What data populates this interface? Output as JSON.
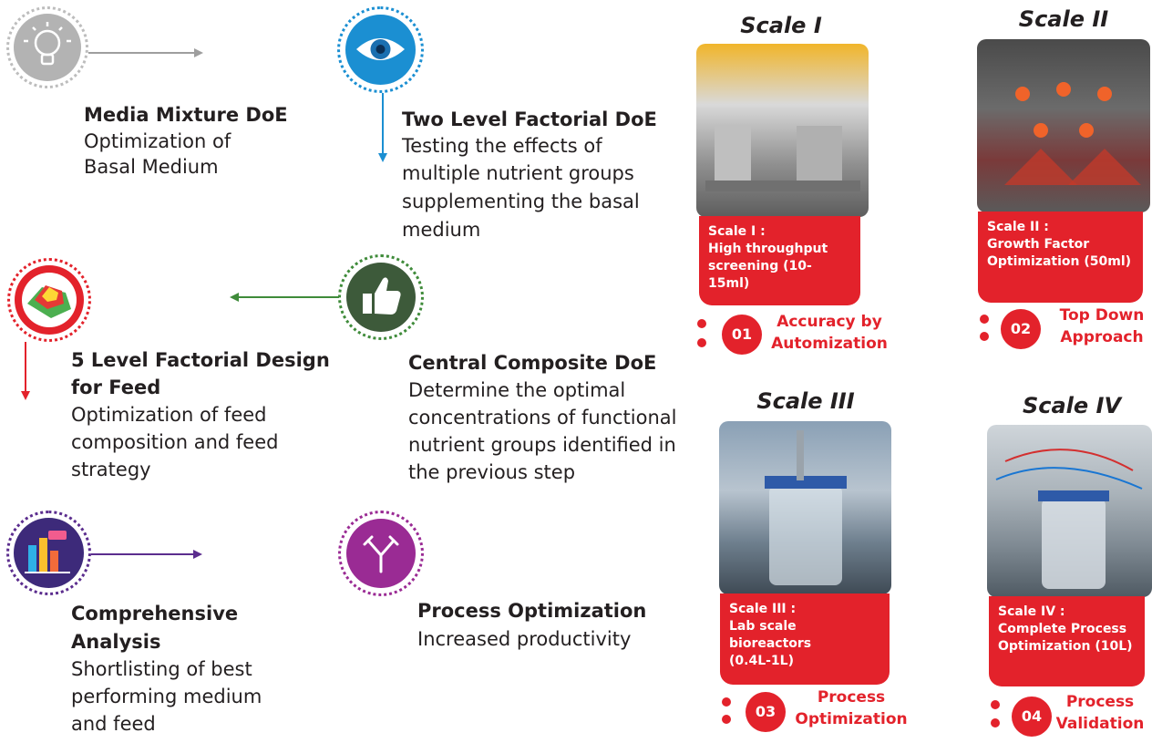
{
  "colors": {
    "accent_red": "#e3222b",
    "blue": "#1b8fd2",
    "green": "#3f8b3a",
    "purple": "#5b2d8e",
    "magenta": "#9a2b94",
    "gray": "#9e9e9e"
  },
  "steps": [
    {
      "icon": "lightbulb-icon",
      "title": "Media Mixture DoE",
      "desc": [
        "Optimization of",
        "Basal Medium"
      ]
    },
    {
      "icon": "eye-icon",
      "title": "Two Level Factorial DoE",
      "desc": [
        "Testing the effects of",
        "multiple nutrient groups",
        "supplementing the basal",
        "medium"
      ]
    },
    {
      "icon": "surface-plot-icon",
      "title": "5 Level Factorial Design",
      "title2": "for Feed",
      "desc": [
        "Optimization of feed",
        "composition and feed",
        "strategy"
      ]
    },
    {
      "icon": "thumbs-up-icon",
      "title": "Central Composite DoE",
      "desc": [
        "Determine the optimal",
        "concentrations of functional",
        "nutrient groups identified in",
        "the previous step"
      ]
    },
    {
      "icon": "bar-chart-icon",
      "title": "Comprehensive",
      "title2": "Analysis",
      "desc": [
        "Shortlisting of best",
        "performing medium",
        "and feed"
      ]
    },
    {
      "icon": "antibody-icon",
      "title": "Process Optimization",
      "desc": [
        "Increased productivity"
      ]
    }
  ],
  "scales": [
    {
      "heading": "Scale I",
      "box": [
        "Scale I :",
        "High throughput",
        "screening (10-15ml)"
      ],
      "num": "01",
      "label": [
        "Accuracy by",
        "Automization"
      ]
    },
    {
      "heading": "Scale II",
      "box": [
        "Scale II :",
        "Growth Factor",
        "Optimization (50ml)"
      ],
      "num": "02",
      "label": [
        "Top Down",
        "Approach"
      ]
    },
    {
      "heading": "Scale III",
      "box": [
        "Scale III :",
        "Lab scale bioreactors",
        "(0.4L-1L)"
      ],
      "num": "03",
      "label": [
        "Process",
        "Optimization"
      ]
    },
    {
      "heading": "Scale IV",
      "box": [
        "Scale IV :",
        "Complete Process",
        "Optimization (10L)"
      ],
      "num": "04",
      "label": [
        "Process",
        "Validation"
      ]
    }
  ]
}
